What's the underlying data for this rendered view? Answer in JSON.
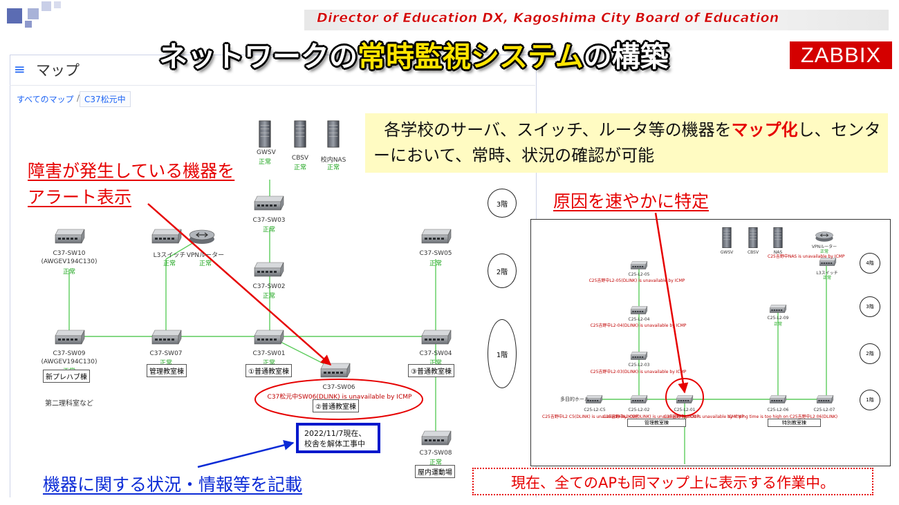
{
  "header": {
    "organization": "Director of Education DX, Kagoshima City Board of Education",
    "title_part1": "ネットワークの",
    "title_highlight": "常時監視システム",
    "title_part2": "の構築",
    "brand_badge": "ZABBIX"
  },
  "zabbix_map": {
    "menu_icon": "hamburger-icon",
    "title": "マップ",
    "breadcrumb": {
      "all_maps": "すべてのマップ",
      "separator": "/",
      "current": "C37松元中"
    },
    "servers": [
      {
        "name": "GWSV",
        "status": "正常"
      },
      {
        "name": "CBSV",
        "status": "正常"
      },
      {
        "name": "校内NAS",
        "status": "正常"
      }
    ],
    "nodes": {
      "sw03": {
        "name": "C37-SW03",
        "status": "正常"
      },
      "sw02": {
        "name": "C37-SW02",
        "status": "正常"
      },
      "sw10": {
        "name": "C37-SW10",
        "model": "(AWGEV194C130)",
        "status": "正常"
      },
      "l3": {
        "name": "L3スイッチ",
        "status": "正常"
      },
      "vpn": {
        "name": "VPNルーター",
        "status": "正常"
      },
      "sw05": {
        "name": "C37-SW05",
        "status": "正常"
      },
      "sw09": {
        "name": "C37-SW09",
        "model": "(AWGEV194C130)",
        "status": "正常",
        "location": "新プレハブ棟"
      },
      "sw07": {
        "name": "C37-SW07",
        "status": "正常",
        "location": "管理教室棟"
      },
      "sw01": {
        "name": "C37-SW01",
        "status": "正常",
        "location": "①普通教室棟"
      },
      "sw04": {
        "name": "C37-SW04",
        "status": "正常",
        "location": "③普通教室棟"
      },
      "sw06": {
        "name": "C37-SW06",
        "alert": "C37松元中SW06(DLINK) is unavailable by ICMP",
        "location": "②普通教室棟"
      },
      "sw08": {
        "name": "C37-SW08",
        "status": "正常",
        "location": "屋内運動場"
      }
    },
    "extra_label": "第二理科室など",
    "floors": [
      "3階",
      "2階",
      "1階"
    ],
    "note_line1": "2022/11/7現在、",
    "note_line2": "校舎を解体工事中"
  },
  "right_map": {
    "servers": [
      "GWSV",
      "CBSV",
      "NAS"
    ],
    "vpn": "VPNルーター",
    "vpn_status": "正常",
    "vpn_alert": "C25吉野中NAS is unavailable by ICMP",
    "l3": "L3スイッチ",
    "l3_status": "正常",
    "nodes": [
      "C25-L2-05",
      "C25-L2-04",
      "C25-L2-03",
      "C25-L2-09",
      "C25-L2-02",
      "C25-L2-01",
      "C25-L2-06",
      "C25-L2-07",
      "C25-L2-C5"
    ],
    "alerts": [
      "C25吉野中L2-05(DLINK) is unavailable by ICMP",
      "C25吉野中L2-04(DLINK) is unavailable by ICMP",
      "C25吉野中L2-03(DLINK) is unavailable by ICMP",
      "C25吉野中L2 C5(DLINK) is unavailable by ICMP",
      "C25吉野中L2-02(DLINK) is unavailable by ICMP",
      "C25吉野中L2-01 is unavailable by ICMP",
      "ICMP ping time is too high on C25吉野中L2 06(DLINK)"
    ],
    "hall": "多目的ホール",
    "status_ok": "正常",
    "boxes": [
      "管理教室棟",
      "特別教室棟"
    ],
    "floors": [
      "4階",
      "3階",
      "2階",
      "1階"
    ]
  },
  "callouts": {
    "summary_a": "各学校のサーバ、スイッチ、ルータ等の機器を",
    "summary_b": "マップ",
    "summary_c": "化",
    "summary_d": "し、センターにおいて、常時、状況の確認が可能",
    "alert_line1": "障害が発生している機器を",
    "alert_line2": "アラート表示",
    "cause": "原因を速やかに特定",
    "info": "機器に関する状況・情報等を記載",
    "work_note": "現在、全てのAPも同マップ上に表示する作業中。"
  },
  "colors": {
    "accent_red": "#e60000",
    "ok_green": "#19a319",
    "link_blue": "#1f65f4",
    "highlight_yellow": "#ffe400"
  }
}
